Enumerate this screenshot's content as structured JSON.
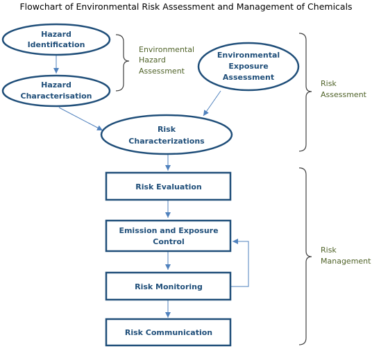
{
  "title": "Flowchart of Environmental  Risk Assessment and Management of Chemicals",
  "nodes": {
    "hazard_identification": [
      "Hazard",
      "Identification"
    ],
    "hazard_characterisation": [
      "Hazard",
      "Characterisation"
    ],
    "environmental_exposure_assessment": [
      "Environmental",
      "Exposure",
      "Assessment"
    ],
    "risk_characterizations": [
      "Risk",
      "Characterizations"
    ],
    "risk_evaluation": [
      "Risk Evaluation"
    ],
    "emission_exposure_control": [
      "Emission and Exposure",
      "Control"
    ],
    "risk_monitoring": [
      "Risk Monitoring"
    ],
    "risk_communication": [
      "Risk Communication"
    ]
  },
  "groups": {
    "environmental_hazard_assessment": [
      "Environmental",
      "Hazard",
      "Assessment"
    ],
    "risk_assessment": [
      "Risk",
      "Assessment"
    ],
    "risk_management": [
      "Risk",
      "Management"
    ]
  },
  "colors": {
    "shape_stroke": "#1F4E79",
    "arrow": "#4F81BD",
    "node_text": "#1F4E79",
    "group_text": "#4F6228",
    "bracket": "#404040"
  }
}
